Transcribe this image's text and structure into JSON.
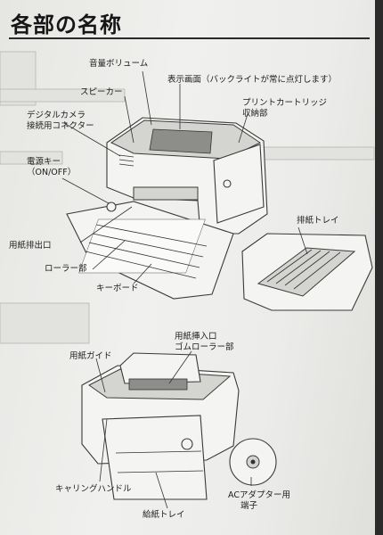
{
  "page": {
    "title": "各部の名称"
  },
  "labels_top": {
    "volume": "音量ボリューム",
    "display": "表示画面（バックライトが常に点灯します）",
    "speaker": "スピーカー",
    "cartridge_line1": "プリントカートリッジ",
    "cartridge_line2": "収納部",
    "camera_line1": "デジタルカメラ",
    "camera_line2": "接続用コネクター",
    "power_line1": "電源キー",
    "power_line2": "（ON/OFF）",
    "output_tray": "排紙トレイ",
    "paper_exit": "用紙排出口",
    "roller": "ローラー部",
    "keyboard": "キーボード"
  },
  "labels_bottom": {
    "paper_insert_line1": "用紙挿入口",
    "paper_insert_line2": "ゴムローラー部",
    "paper_guide": "用紙ガイド",
    "carry_handle": "キャリングハンドル",
    "ac_line1": "ACアダプター用",
    "ac_line2": "端子",
    "paper_tray": "給紙トレイ"
  }
}
